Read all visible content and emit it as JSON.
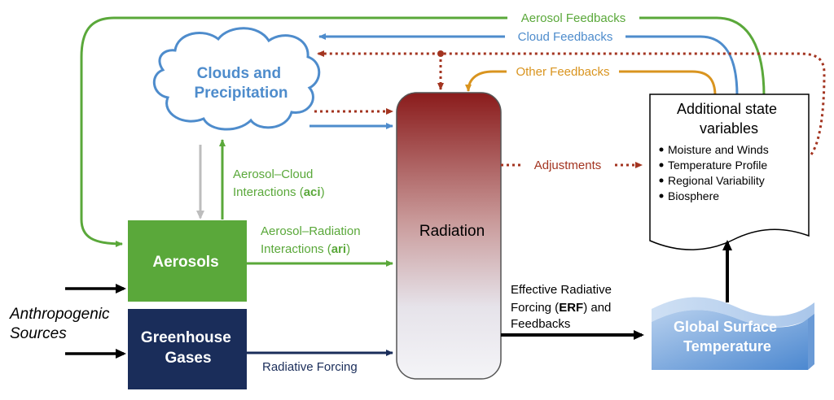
{
  "nodes": {
    "clouds": {
      "line1": "Clouds and",
      "line2": "Precipitation"
    },
    "aerosols": "Aerosols",
    "ghg": {
      "line1": "Greenhouse",
      "line2": "Gases"
    },
    "radiation": "Radiation",
    "state": {
      "title1": "Additional state",
      "title2": "variables",
      "items": [
        "Moisture and Winds",
        "Temperature Profile",
        "Regional Variability",
        "Biosphere"
      ]
    },
    "gst": {
      "line1": "Global Surface",
      "line2": "Temperature"
    },
    "anthro": {
      "line1": "Anthropogenic",
      "line2": "Sources"
    }
  },
  "labels": {
    "aerosol_feedbacks": "Aerosol Feedbacks",
    "cloud_feedbacks": "Cloud Feedbacks",
    "other_feedbacks": "Other Feedbacks",
    "adjustments": "Adjustments",
    "aci": {
      "line1": "Aerosol–Cloud",
      "line2_prefix": "Interactions (",
      "bold": "aci",
      "suffix": ")"
    },
    "ari": {
      "line1": "Aerosol–Radiation",
      "line2_prefix": "Interactions (",
      "bold": "ari",
      "suffix": ")"
    },
    "erf": {
      "line1": "Effective Radiative",
      "line2_prefix": "Forcing (",
      "bold": "ERF",
      "line2_suffix": ") and",
      "line3": "Feedbacks"
    },
    "radiative_forcing": "Radiative Forcing"
  },
  "colors": {
    "green": "#5aa83a",
    "blue": "#4e8ccc",
    "orange": "#d9941f",
    "darkred": "#a33420",
    "navy": "#1a2d5a",
    "gray": "#bdbdbd",
    "black": "#000000"
  }
}
